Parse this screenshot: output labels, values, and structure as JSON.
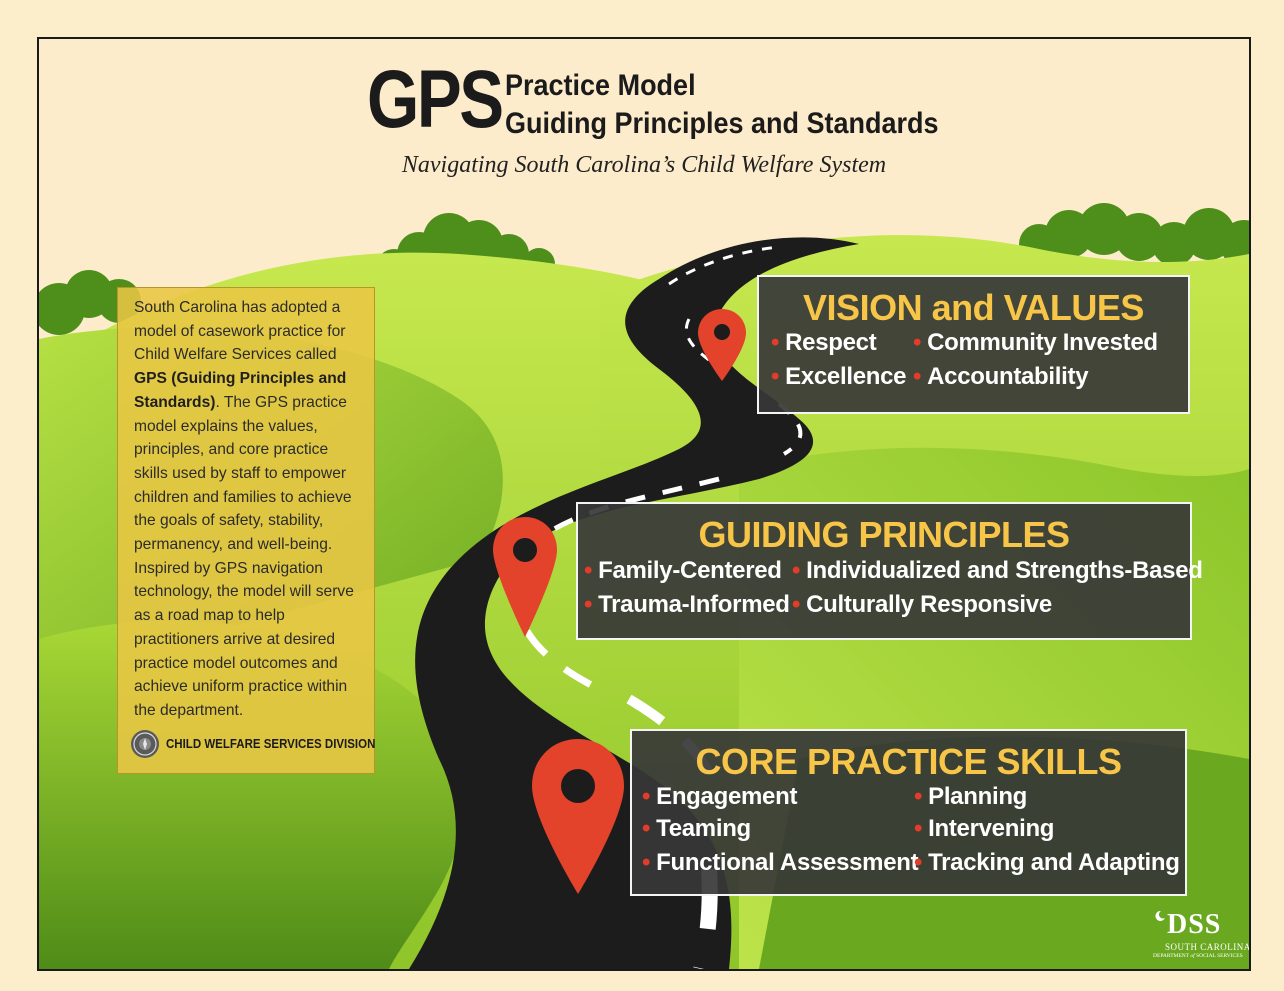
{
  "header": {
    "gps": "GPS",
    "title_line1": "Practice Model",
    "title_line2": "Guiding Principles and Standards",
    "subtitle": "Navigating South Carolina’s Child Welfare System"
  },
  "intro": {
    "text_before": "South Carolina has adopted a model of casework practice for Child Welfare Services called ",
    "bold": "GPS (Guiding Principles and Standards)",
    "text_after": ". The GPS practice model explains the values, principles, and core practice skills used by staff to empower children and families to achieve the goals of safety, stability, permanency, and well-being. Inspired by GPS navigation technology, the model will serve as a road map to help practitioners arrive at desired practice model outcomes and achieve uniform practice within the department.",
    "division_label": "CHILD WELFARE SERVICES DIVISION",
    "seal_icon": "state-seal-icon"
  },
  "vision": {
    "heading": "VISION and VALUES",
    "items": [
      "Respect",
      "Community Invested",
      "Excellence",
      "Accountability"
    ]
  },
  "principles": {
    "heading": "GUIDING PRINCIPLES",
    "items": [
      "Family-Centered",
      "Individualized and Strengths-Based",
      "Trauma-Informed",
      "Culturally Responsive"
    ]
  },
  "core": {
    "heading": "CORE PRACTICE SKILLS",
    "items": [
      "Engagement",
      "Planning",
      "Teaming",
      "Intervening",
      "Functional Assessment",
      "Tracking and Adapting"
    ]
  },
  "logo": {
    "name": "DSS",
    "state": "SOUTH CAROLINA",
    "dept_before": "DEPARTMENT ",
    "dept_of": "of",
    "dept_after": " SOCIAL SERVICES"
  },
  "colors": {
    "background": "#fdeecb",
    "heading_gold": "#f7c548",
    "panel_dark": "#373737",
    "pin_red": "#e2432a",
    "grass_light": "#9fd32e",
    "grass_dark": "#5f9e1f",
    "road": "#1c1c1c"
  },
  "icons": [
    "location-pin-icon",
    "state-seal-icon",
    "crescent-moon-icon"
  ]
}
